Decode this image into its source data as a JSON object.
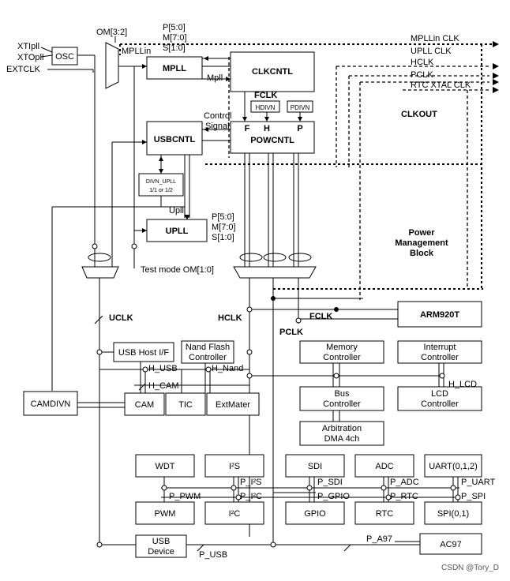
{
  "inputs": {
    "xtipll": "XTIpll",
    "xtopll": "XTOpll",
    "extclk": "EXTCLK",
    "om32": "OM[3:2]",
    "mpllin": "MPLLin"
  },
  "blocks": {
    "osc": "OSC",
    "mpll": "MPLL",
    "clkcntl": "CLKCNTL",
    "usbcntl": "USBCNTL",
    "powcntl": "POWCNTL",
    "upll": "UPLL",
    "hdivn": "HDIVN",
    "pdivn": "PDIVN",
    "divn_upll_1": "DIVN_UPLL",
    "divn_upll_2": "1/1 or 1/2",
    "arm": "ARM920T",
    "camdivn": "CAMDIVN",
    "usb_host_1": "USB Host I/F",
    "nand_1": "Nand Flash",
    "nand_2": "Controller",
    "mem_1": "Memory",
    "mem_2": "Controller",
    "int_1": "Interrupt",
    "int_2": "Controller",
    "bus_1": "Bus",
    "bus_2": "Controller",
    "lcd_1": "LCD",
    "lcd_2": "Controller",
    "arb_1": "Arbitration",
    "arb_2": "DMA 4ch",
    "cam": "CAM",
    "tic": "TIC",
    "extmater": "ExtMater",
    "wdt": "WDT",
    "i2s": "I²S",
    "sdi": "SDI",
    "adc": "ADC",
    "uart": "UART(0,1,2)",
    "pwm": "PWM",
    "i2c": "I²C",
    "gpio": "GPIO",
    "rtc": "RTC",
    "spi": "SPI(0,1)",
    "usbdev_1": "USB",
    "usbdev_2": "Device",
    "ac97": "AC97",
    "pmb_1": "Power",
    "pmb_2": "Management",
    "pmb_3": "Block"
  },
  "labels": {
    "p50a": "P[5:0]",
    "m70a": "M[7:0]",
    "s10a": "S[1:0]",
    "p50b": "P[5:0]",
    "m70b": "M[7:0]",
    "s10b": "S[1:0]",
    "mpll_out": "Mpll",
    "upll_out": "Upll",
    "fclk_top": "FCLK",
    "f": "F",
    "h": "H",
    "p": "P",
    "control_1": "Control",
    "control_2": "Signal",
    "testmode": "Test mode OM[1:0]",
    "uclk": "UCLK",
    "hclk": "HCLK",
    "fclk": "FCLK",
    "pclk": "PCLK",
    "h_usb": "H_USB",
    "h_nand": "H_Nand",
    "h_cam": "H_CAM",
    "h_lcd": "H_LCD",
    "p_pwm": "P_PWM",
    "p_i2s": "P_I²S",
    "p_i2c": "P_I²C",
    "p_sdi": "P_SDI",
    "p_gpio": "P_GPIO",
    "p_adc": "P_ADC",
    "p_rtc": "P_RTC",
    "p_uart": "P_UART",
    "p_spi": "P_SPI",
    "p_a97": "P_A97",
    "p_usb": "P_USB",
    "clkout": "CLKOUT"
  },
  "outputs": [
    "MPLLin CLK",
    "UPLL CLK",
    "HCLK",
    "PCLK",
    "RTC XTAL CLK"
  ],
  "watermark": "CSDN @Tory_D"
}
